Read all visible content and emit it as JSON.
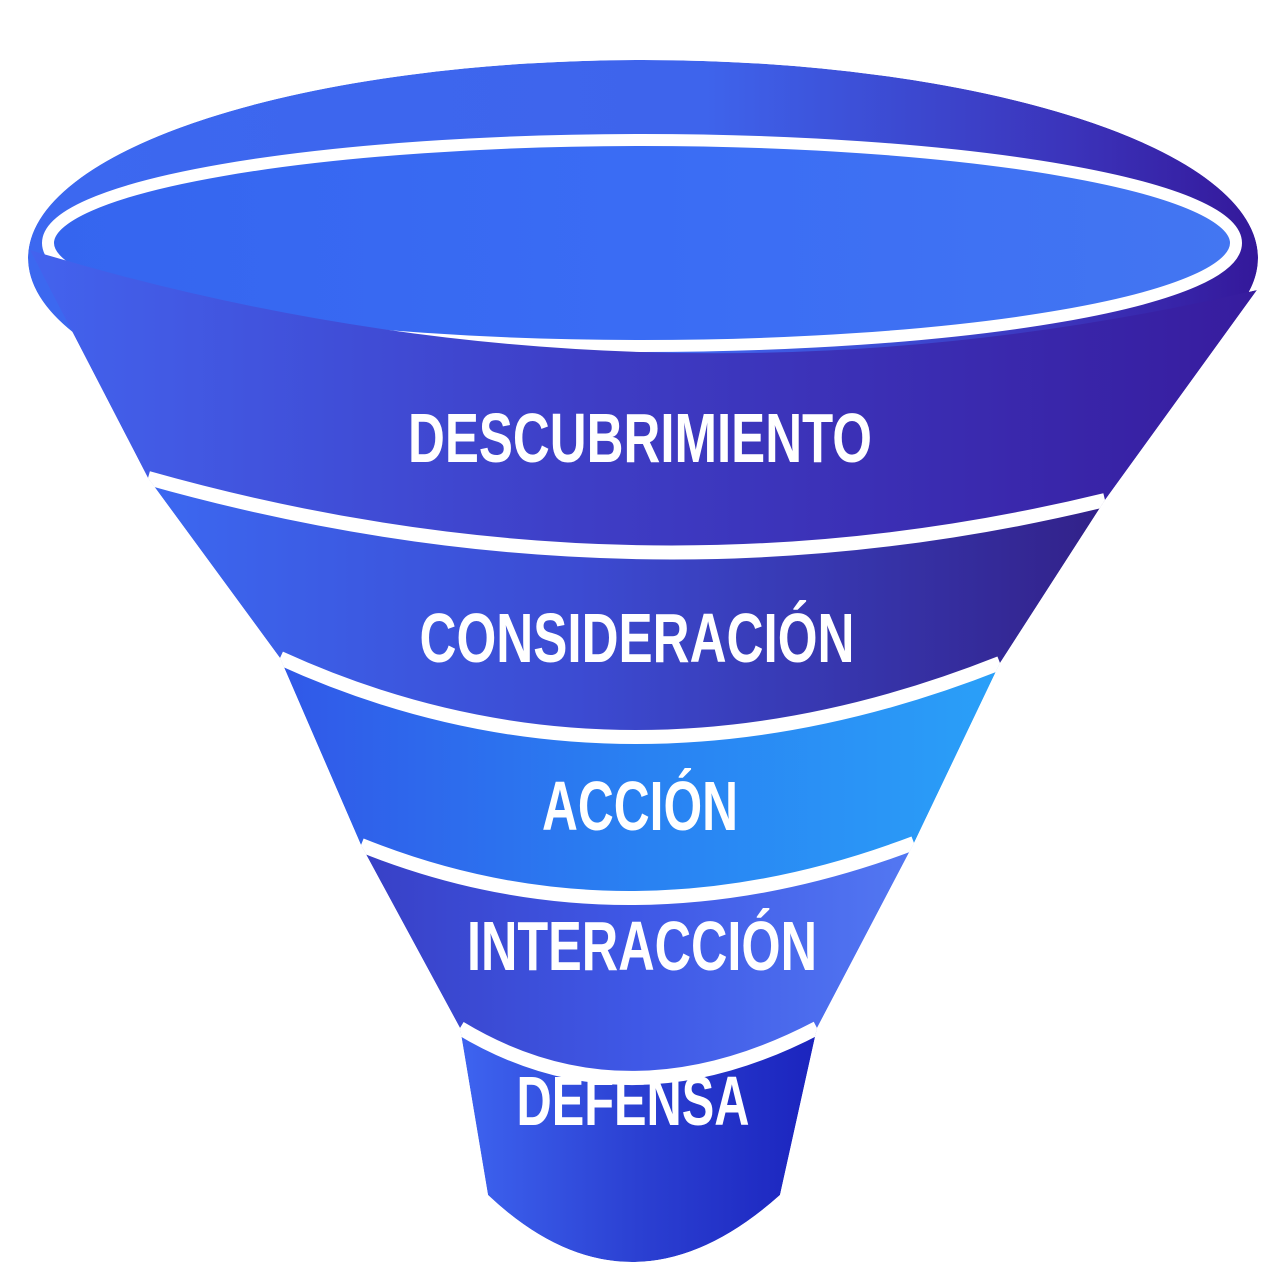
{
  "page": {
    "background": "#FFFFFF"
  },
  "diagram": {
    "type": "funnel",
    "orientation": "vertical-3d",
    "separator_color": "#FFFFFF",
    "label_color": "#FFFFFF",
    "mouth": {
      "outer": {
        "left": "#3C68F0",
        "mid": "#3E64EC",
        "dark": "#3B33BA",
        "right": "#34189A"
      },
      "opening": {
        "left": "#3565EF",
        "mid": "#3A6CF4",
        "right": "#4376F2"
      }
    },
    "stages": [
      {
        "label": "DESCUBRIMIENTO",
        "colors": {
          "left": "#4363EE",
          "mid": "#3E3EC6",
          "right": "#371C9E"
        }
      },
      {
        "label": "CONSIDERACIÓN",
        "colors": {
          "left": "#3C68F1",
          "mid": "#3C4BD2",
          "right": "#322189"
        }
      },
      {
        "label": "ACCIÓN",
        "colors": {
          "left": "#3158E8",
          "mid": "#2981F2",
          "right": "#2AA0F8"
        }
      },
      {
        "label": "INTERACCIÓN",
        "colors": {
          "left": "#3840C6",
          "mid": "#3F58E6",
          "right": "#5378F2"
        }
      },
      {
        "label": "DEFENSA",
        "colors": {
          "left": "#3E64F0",
          "mid": "#2B40D2",
          "right": "#1B24BE"
        }
      }
    ]
  }
}
